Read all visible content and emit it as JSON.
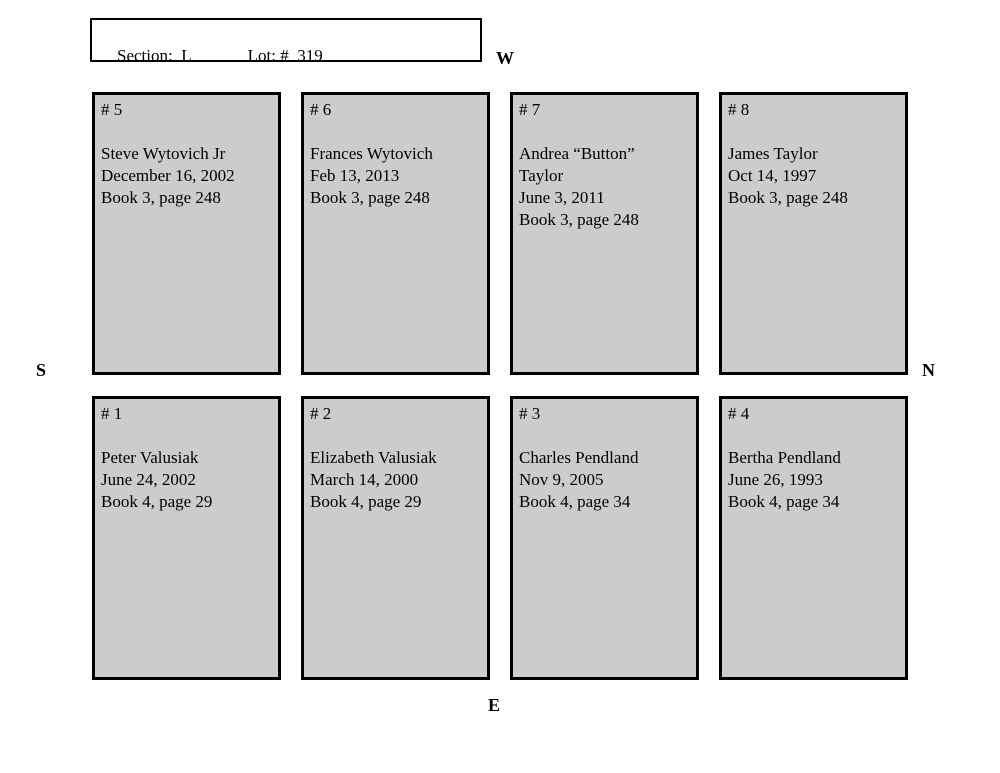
{
  "header": {
    "section": "Section:  L",
    "lot": "Lot: #  319"
  },
  "compass": {
    "west": "W",
    "south": "S",
    "north": "N",
    "east": "E"
  },
  "plots": [
    {
      "number": "# 5",
      "lines": [
        "Steve Wytovich Jr",
        "December 16, 2002",
        "Book 3, page 248"
      ]
    },
    {
      "number": "# 6",
      "lines": [
        "Frances Wytovich",
        "Feb 13, 2013",
        "Book 3, page 248"
      ]
    },
    {
      "number": "# 7",
      "lines": [
        "Andrea “Button”",
        "Taylor",
        "June 3, 2011",
        "Book 3, page 248"
      ]
    },
    {
      "number": "# 8",
      "lines": [
        "James Taylor",
        "Oct 14, 1997",
        "Book 3, page 248"
      ]
    },
    {
      "number": "# 1",
      "lines": [
        "Peter Valusiak",
        "June 24, 2002",
        "Book 4, page 29"
      ]
    },
    {
      "number": "# 2",
      "lines": [
        "Elizabeth Valusiak",
        "March 14, 2000",
        "Book 4, page 29"
      ]
    },
    {
      "number": "# 3",
      "lines": [
        "Charles Pendland",
        "Nov 9, 2005",
        "Book 4, page 34"
      ]
    },
    {
      "number": "# 4",
      "lines": [
        "Bertha Pendland",
        "June 26, 1993",
        "Book 4, page 34"
      ]
    }
  ],
  "colors": {
    "plot_fill": "#cccccc",
    "line_color": "#000000",
    "page_bg": "#ffffff"
  }
}
